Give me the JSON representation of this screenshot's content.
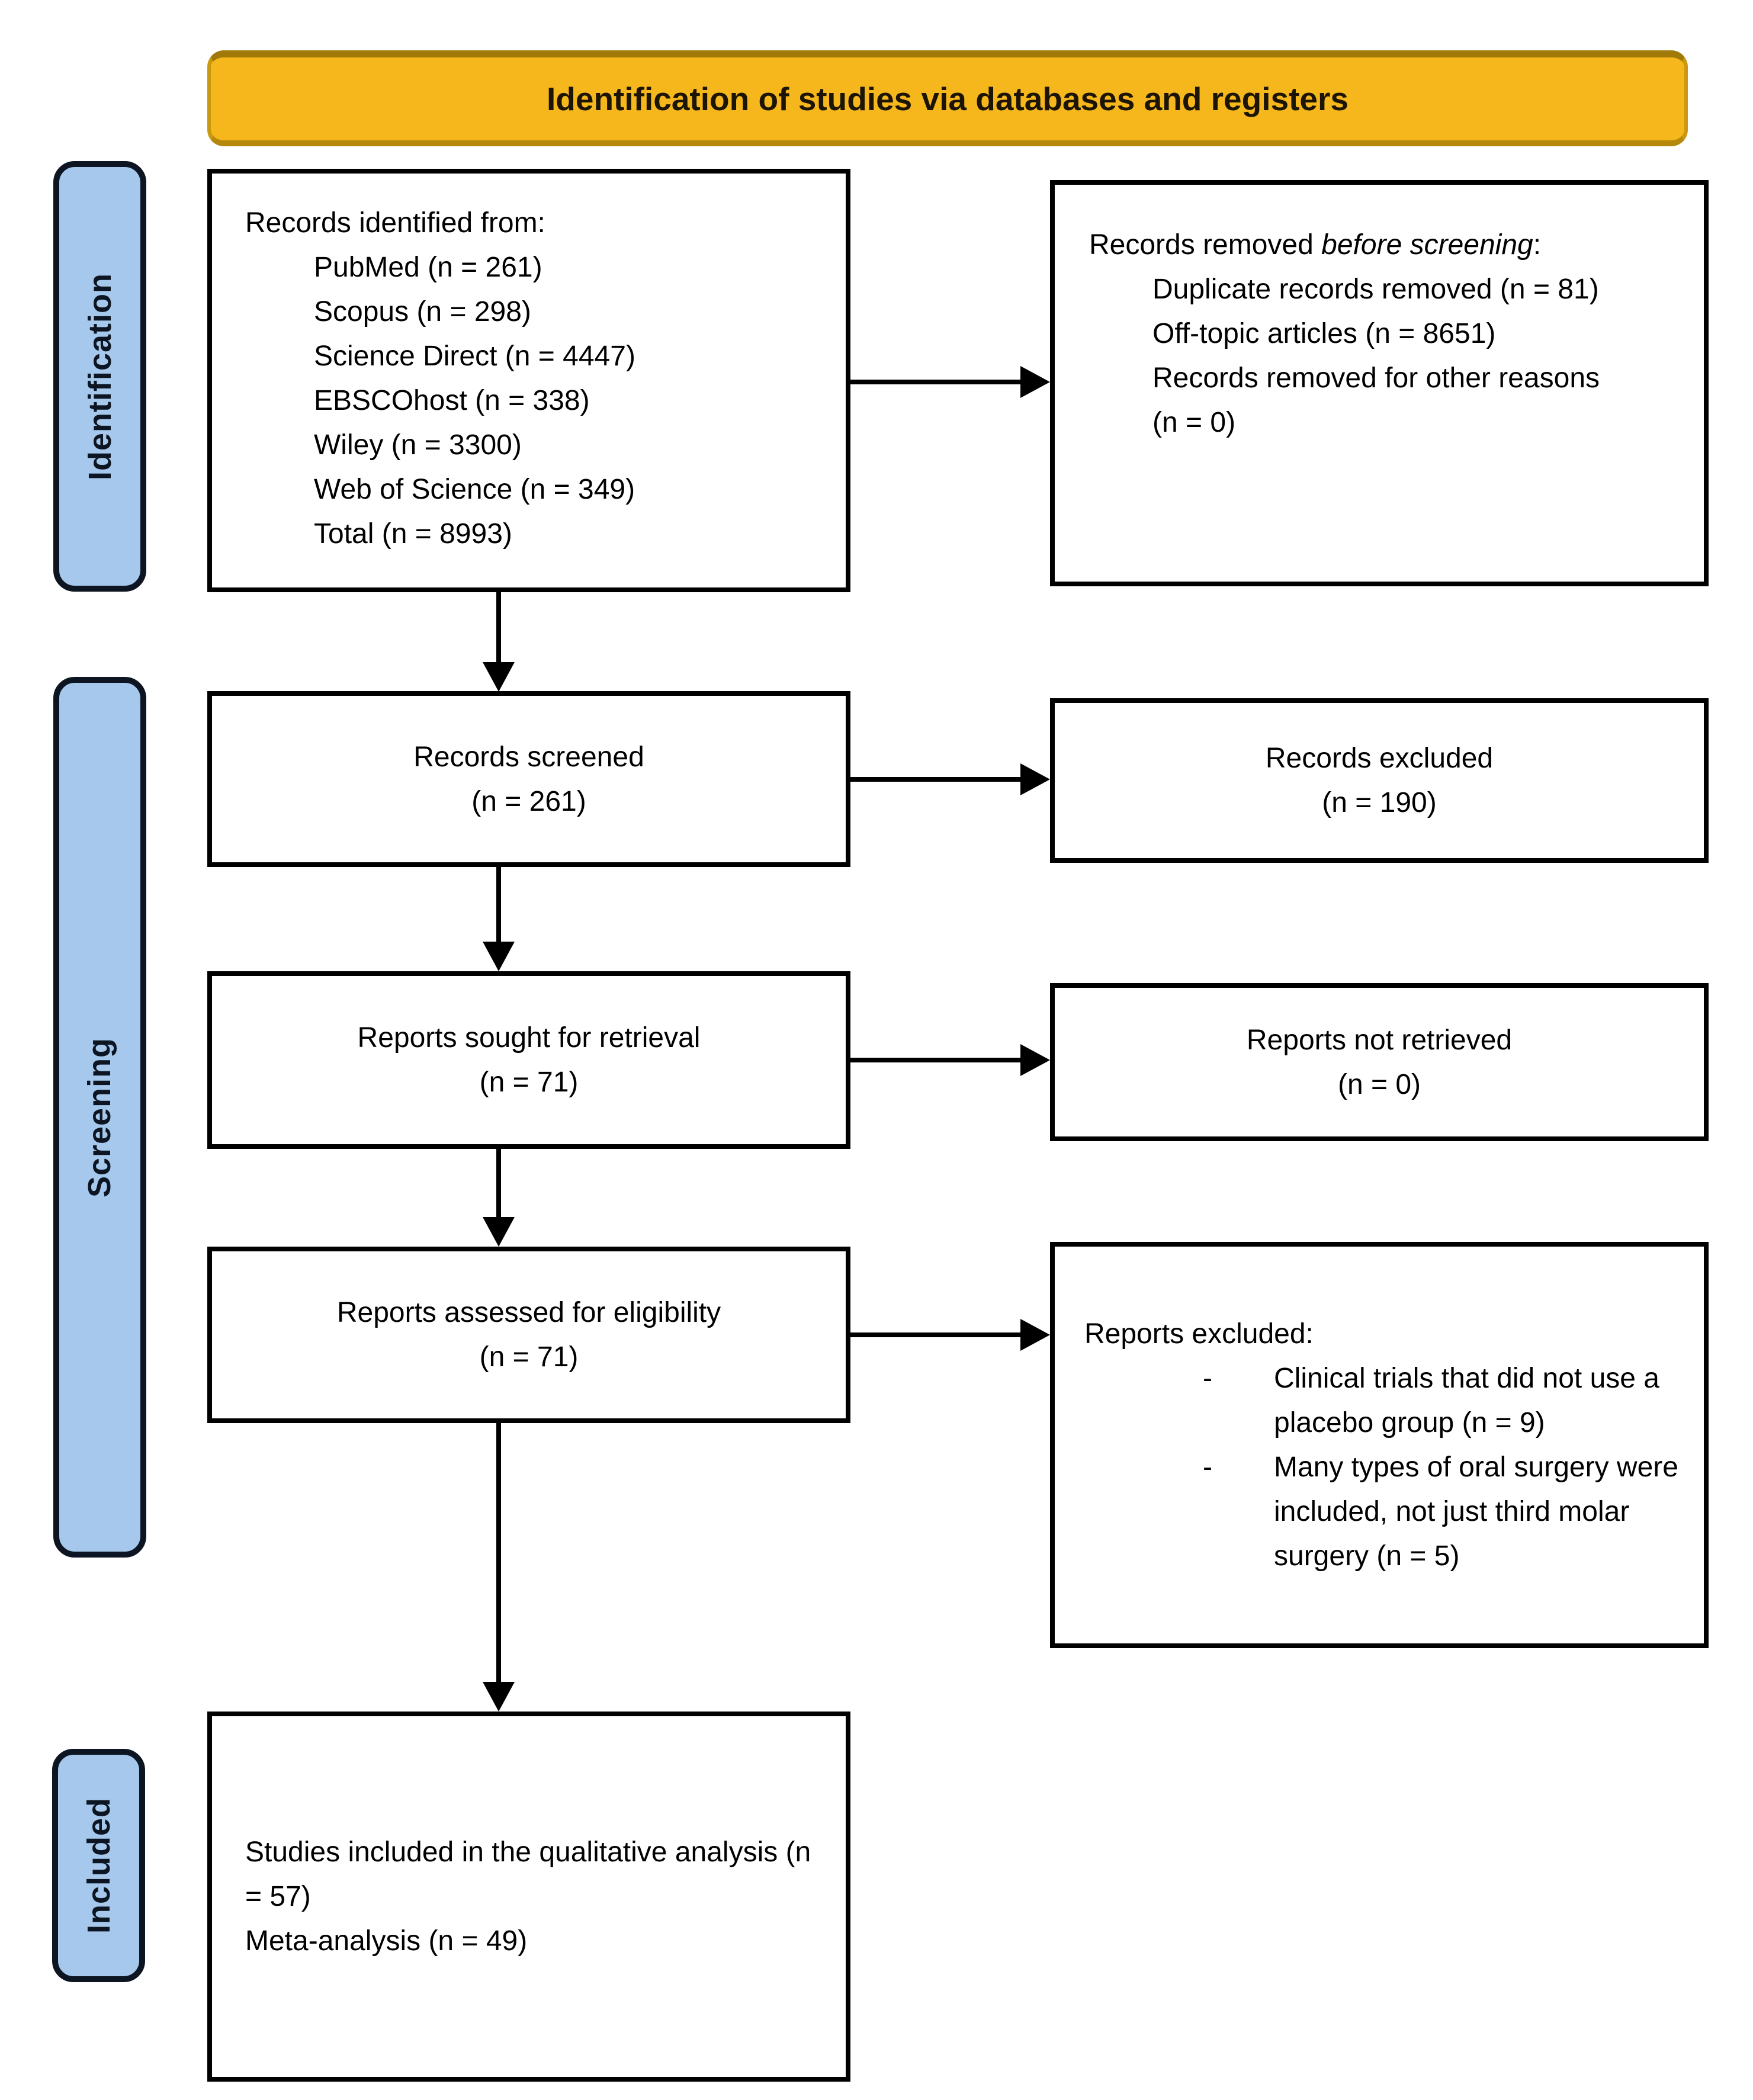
{
  "banner": {
    "title": "Identification of studies via databases and registers"
  },
  "sidebar": {
    "identification": "Identification",
    "screening": "Screening",
    "included": "Included"
  },
  "boxes": {
    "records_identified": {
      "heading": "Records identified from:",
      "items": [
        "PubMed (n = 261)",
        "Scopus (n = 298)",
        "Science Direct (n = 4447)",
        "EBSCOhost (n = 338)",
        "Wiley (n = 3300)",
        "Web of Science (n = 349)",
        "Total (n = 8993)"
      ]
    },
    "records_removed": {
      "heading_pre": "Records removed ",
      "heading_italic": "before screening",
      "heading_post": ":",
      "items": [
        "Duplicate records removed (n = 81)",
        "Off-topic articles (n = 8651)",
        "Records removed for other reasons (n = 0)"
      ]
    },
    "records_screened": {
      "line1": "Records screened",
      "line2": "(n = 261)"
    },
    "records_excluded": {
      "line1": "Records excluded",
      "line2": "(n = 190)"
    },
    "reports_sought": {
      "line1": "Reports sought for retrieval",
      "line2": "(n = 71)"
    },
    "reports_not_retrieved": {
      "line1": "Reports not retrieved",
      "line2": "(n = 0)"
    },
    "reports_assessed": {
      "line1": "Reports assessed for eligibility",
      "line2": "(n = 71)"
    },
    "reports_excluded": {
      "heading": "Reports excluded:",
      "items": [
        {
          "bullet": "-",
          "text": "Clinical trials that did not use a placebo group (n = 9)"
        },
        {
          "bullet": "-",
          "text": "Many types of oral surgery were included, not just third molar surgery (n = 5)"
        }
      ]
    },
    "studies_included": {
      "line1": "Studies included in the qualitative analysis (n = 57)",
      "line2": "Meta-analysis (n = 49)"
    }
  },
  "colors": {
    "banner_bg": "#F5B71C",
    "banner_border": "#C9990F",
    "stage_bg": "#A5C8EC",
    "stage_border": "#0C1521",
    "box_border": "#000000",
    "arrow": "#000000"
  }
}
